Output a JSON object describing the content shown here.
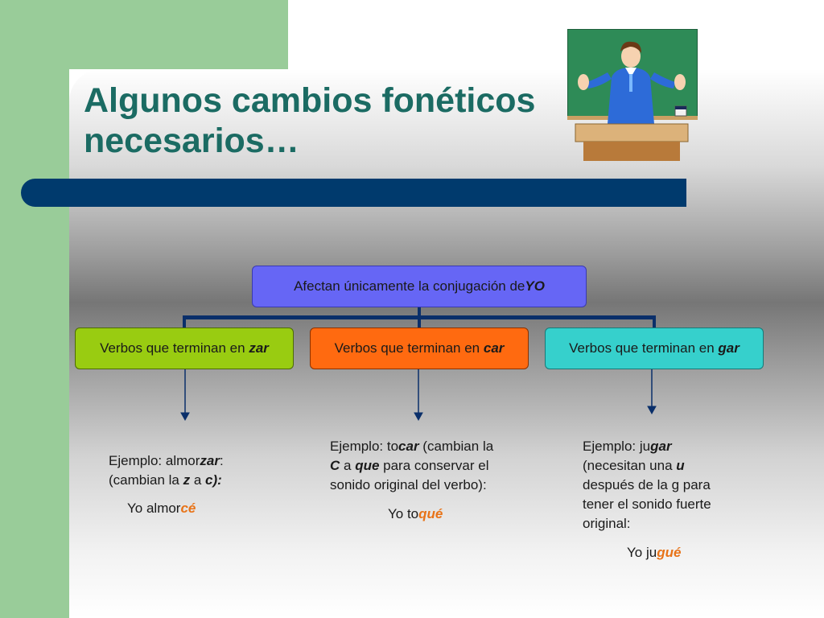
{
  "slide": {
    "title_line1": "Algunos cambios fonéticos",
    "title_line2": "necesarios…"
  },
  "diagram": {
    "root": {
      "prefix": "Afectan únicamente la conjugación de ",
      "em": "YO"
    },
    "branches": [
      {
        "prefix": "Verbos que terminan en ",
        "em": "zar",
        "color": "#99cc11"
      },
      {
        "prefix": "Verbos que terminan en ",
        "em": "car",
        "color": "#ff6a10"
      },
      {
        "prefix": "Verbos que terminan en ",
        "em": "gar",
        "color": "#36d0cc"
      }
    ],
    "root_color": "#6666f5",
    "connector_color": "#0a2f6a"
  },
  "examples": {
    "zar": {
      "l1_a": "Ejemplo: almor",
      "l1_b": "zar",
      "l1_c": ":",
      "l2_a": "(cambian la ",
      "l2_b": "z",
      "l2_c": " a ",
      "l2_d": "c):",
      "result_a": "Yo almor",
      "result_b": "cé"
    },
    "car": {
      "l1_a": "Ejemplo: to",
      "l1_b": "car",
      "l1_c": " (cambian la",
      "l2_a": "C",
      "l2_b": " a ",
      "l2_c": "que",
      "l2_d": " para conservar el",
      "l3": "sonido original del verbo):",
      "result_a": "Yo to",
      "result_b": "qué"
    },
    "gar": {
      "l1_a": "Ejemplo: ju",
      "l1_b": "gar",
      "l2_a": "(necesitan una ",
      "l2_b": "u",
      "l3": "después de la g para",
      "l4": "tener el sonido fuerte",
      "l5": "original:",
      "result_a": "Yo ju",
      "result_b": "gué"
    }
  },
  "colors": {
    "title": "#1b6b63",
    "band": "#003a6d",
    "accent_orange": "#e87318",
    "side_green": "#99cc99"
  }
}
